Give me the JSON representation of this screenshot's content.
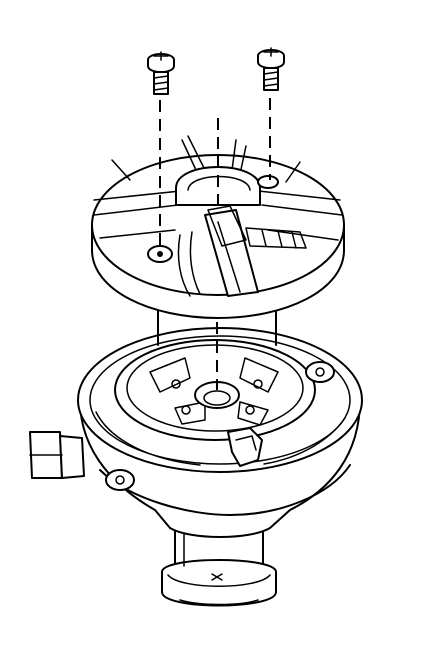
{
  "figure": {
    "parts": [
      "screw-left",
      "screw-right",
      "rotor",
      "distributor-housing",
      "connector-boss",
      "shaft"
    ]
  },
  "colors": {
    "line": "#000000",
    "background": "#ffffff"
  }
}
